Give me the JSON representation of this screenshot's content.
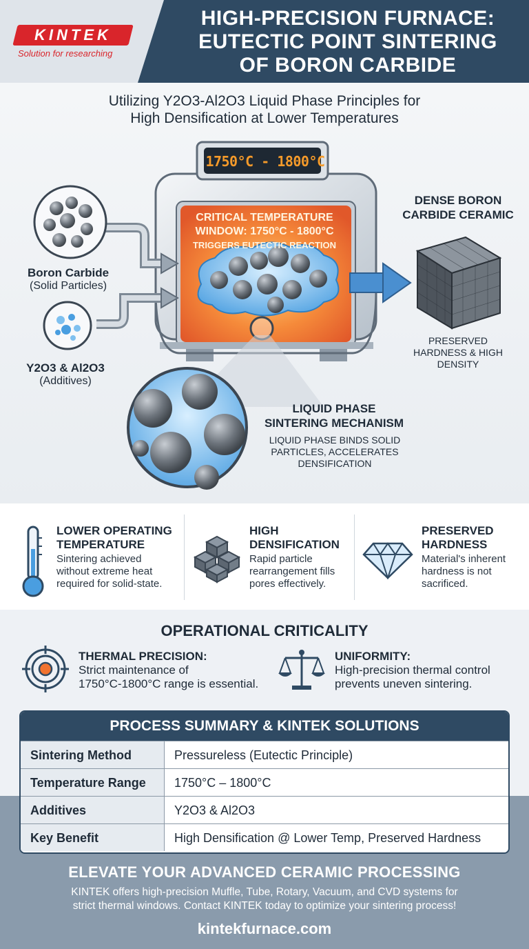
{
  "brand": {
    "logo_text": "KINTEK",
    "tagline": "Solution for researching",
    "color": "#d9252b"
  },
  "header": {
    "title_lines": [
      "HIGH-PRECISION FURNACE:",
      "EUTECTIC POINT SINTERING",
      "OF BORON CARBIDE"
    ]
  },
  "hero": {
    "subtitle_lines": [
      "Utilizing Y2O3-Al2O3 Liquid Phase Principles for",
      "High Densification at Lower Temperatures"
    ],
    "display": "1750°C - 1800°C",
    "furnace_title_lines": [
      "CRITICAL TEMPERATURE",
      "WINDOW: 1750°C - 1800°C"
    ],
    "furnace_subtitle": "TRIGGERS EUTECTIC REACTION",
    "inputs": [
      {
        "name": "Boron Carbide",
        "note": "(Solid Particles)",
        "icon": "particles-icon"
      },
      {
        "name": "Y2O3 & Al2O3",
        "note": "(Additives)",
        "icon": "additives-icon"
      }
    ],
    "output": {
      "title_lines": [
        "DENSE BORON",
        "CARBIDE CERAMIC"
      ],
      "caption_lines": [
        "PRESERVED",
        "HARDNESS & HIGH",
        "DENSITY"
      ]
    },
    "mechanism": {
      "title_lines": [
        "LIQUID PHASE",
        "SINTERING MECHANISM"
      ],
      "desc_lines": [
        "LIQUID PHASE BINDS SOLID",
        "PARTICLES, ACCELERATES",
        "DENSIFICATION"
      ]
    },
    "colors": {
      "furnace_hot": "#f2732f",
      "liquid": "#5aaee8",
      "arrow": "#4a8fd0"
    }
  },
  "benefits": [
    {
      "title_lines": [
        "LOWER OPERATING",
        "TEMPERATURE"
      ],
      "desc_lines": [
        "Sintering achieved",
        "without extreme heat",
        "required for solid-state."
      ],
      "icon": "thermometer-icon"
    },
    {
      "title_lines": [
        "HIGH",
        "DENSIFICATION"
      ],
      "desc_lines": [
        "Rapid particle",
        "rearrangement fills",
        "pores effectively."
      ],
      "icon": "cubes-icon"
    },
    {
      "title_lines": [
        "PRESERVED",
        "HARDNESS"
      ],
      "desc_lines": [
        "Material's inherent",
        "hardness is not",
        "sacrificed."
      ],
      "icon": "diamond-icon"
    }
  ],
  "operational": {
    "title": "OPERATIONAL CRITICALITY",
    "items": [
      {
        "title": "THERMAL PRECISION:",
        "desc_lines": [
          "Strict maintenance of",
          "1750°C-1800°C range is essential."
        ],
        "icon": "target-icon"
      },
      {
        "title": "UNIFORMITY:",
        "desc_lines": [
          "High-precision thermal control",
          "prevents uneven sintering."
        ],
        "icon": "scale-icon"
      }
    ]
  },
  "summary": {
    "title": "PROCESS SUMMARY & KINTEK SOLUTIONS",
    "rows": [
      {
        "label": "Sintering Method",
        "value": "Pressureless (Eutectic Principle)"
      },
      {
        "label": "Temperature Range",
        "value": "1750°C – 1800°C"
      },
      {
        "label": "Additives",
        "value": "Y2O3 & Al2O3"
      },
      {
        "label": "Key Benefit",
        "value": "High Densification @ Lower Temp, Preserved Hardness"
      }
    ]
  },
  "footer": {
    "cta": "ELEVATE YOUR ADVANCED CERAMIC PROCESSING",
    "desc_lines": [
      "KINTEK offers high-precision Muffle, Tube, Rotary, Vacuum, and CVD systems for",
      "strict thermal windows. Contact KINTEK today to optimize your sintering process!"
    ],
    "url": "kintekfurnace.com"
  }
}
